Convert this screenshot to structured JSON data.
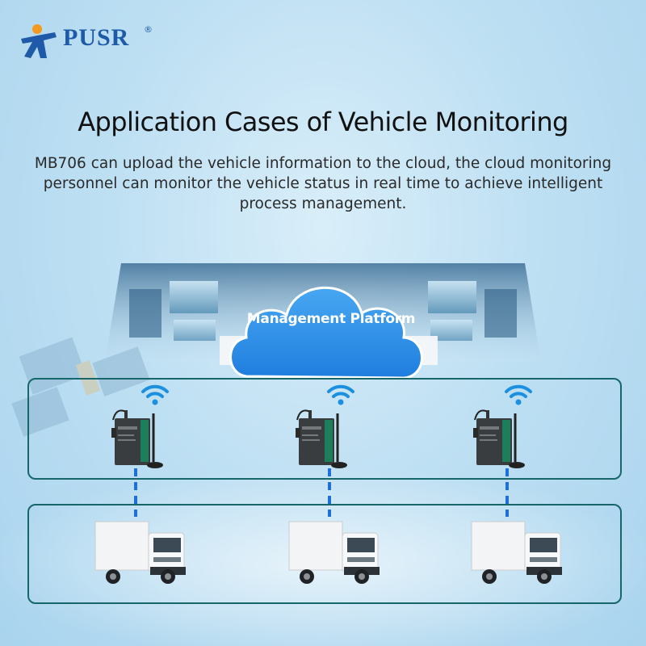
{
  "brand": {
    "name": "PUSR",
    "registered_mark": "®",
    "colors": {
      "blue": "#1e5aa8",
      "orange": "#f39a1e"
    }
  },
  "header": {
    "title": "Application Cases of Vehicle Monitoring",
    "description": "MB706 can upload the vehicle information to the cloud, the cloud monitoring personnel can monitor the vehicle status in real time to achieve intelligent process management."
  },
  "cloud": {
    "label": "Management Platform"
  },
  "devices": [
    {
      "name": "router-1",
      "icon": "wifi-icon"
    },
    {
      "name": "router-2",
      "icon": "wifi-icon"
    },
    {
      "name": "router-3",
      "icon": "wifi-icon"
    }
  ],
  "vehicles": [
    {
      "name": "truck-1"
    },
    {
      "name": "truck-2"
    },
    {
      "name": "truck-3"
    }
  ],
  "colors": {
    "panel_border": "#16666a",
    "link_dash": "#1f6fd8",
    "wifi": "#1b8fe0",
    "cloud": "#2b8ee8"
  }
}
